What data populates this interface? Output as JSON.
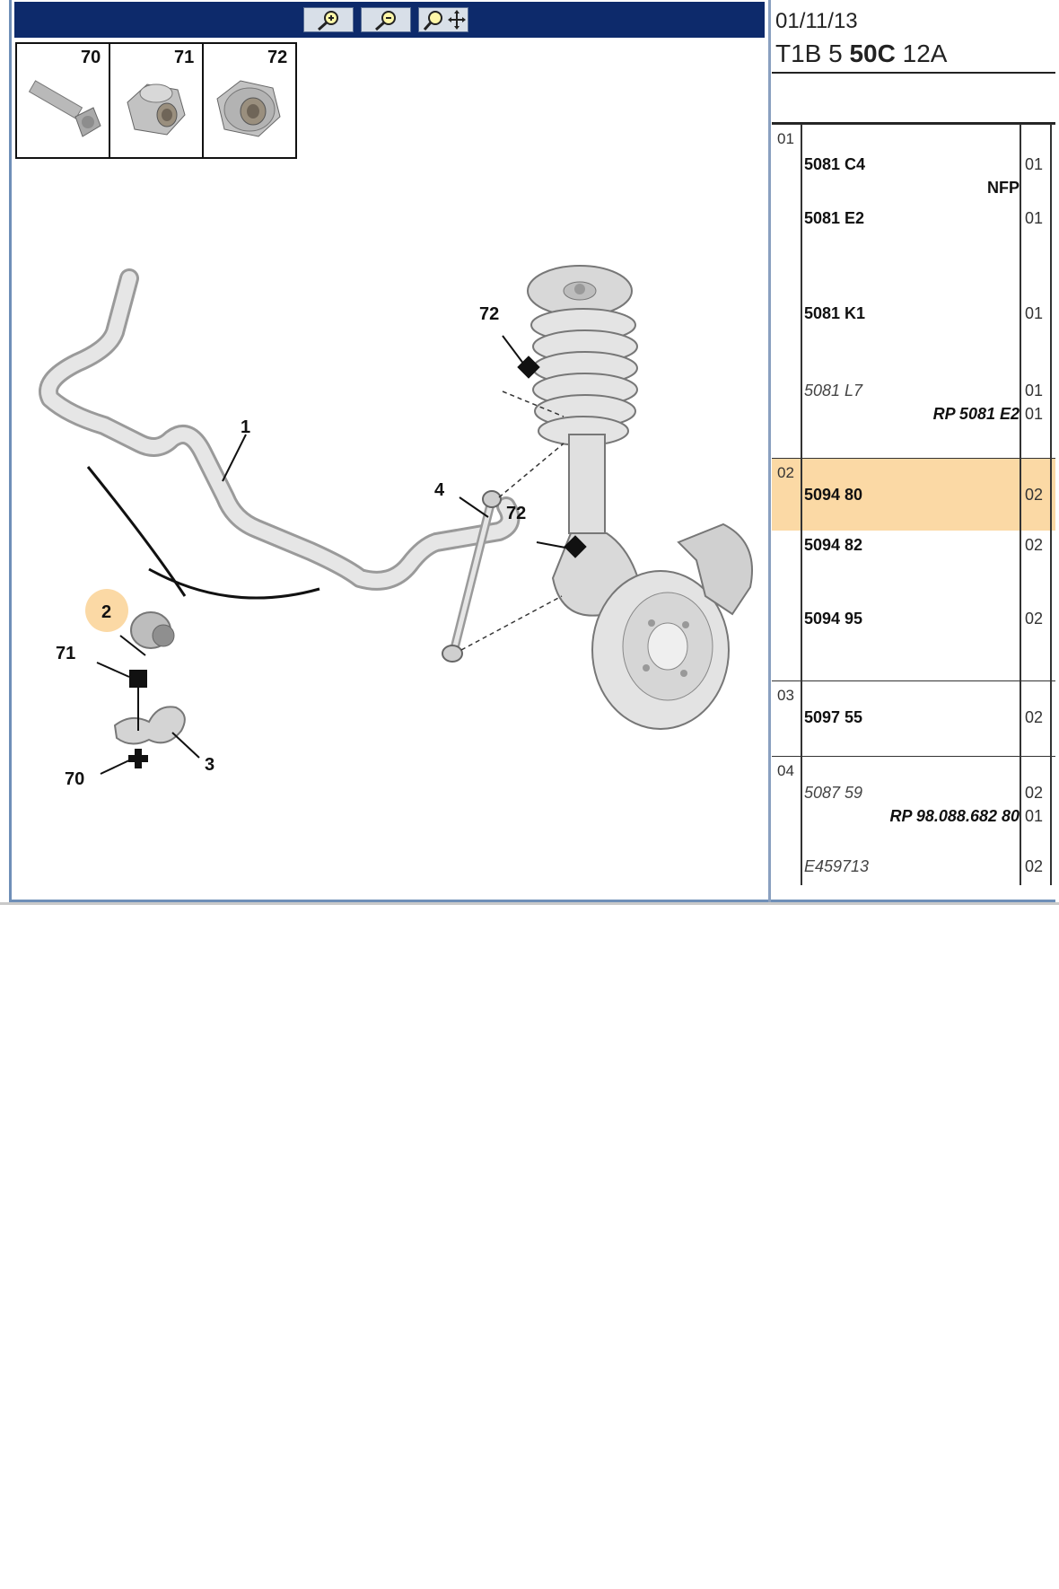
{
  "toolbar": {
    "buttons": [
      {
        "name": "zoom-in",
        "icon": "zoom-in-icon"
      },
      {
        "name": "zoom-out",
        "icon": "zoom-out-icon"
      },
      {
        "name": "pan",
        "icon": "zoom-pan-icon"
      }
    ],
    "color": "#0d2a6b"
  },
  "header": {
    "date": "01/11/13",
    "code_prefix": "T1B 5",
    "code_bold": "50C",
    "code_suffix": "12A"
  },
  "thumbnails": [
    {
      "label": "70"
    },
    {
      "label": "71"
    },
    {
      "label": "72"
    }
  ],
  "diagram": {
    "labels": {
      "bar": "1",
      "bushing": "2",
      "clamp": "3",
      "link": "4",
      "nut_top": "72",
      "nut_mid": "72",
      "nut_71": "71",
      "bolt_70": "70"
    },
    "highlight_color": "#fbd9a5"
  },
  "parts": {
    "groups": [
      {
        "number": "01",
        "rows": [
          {
            "ref": "5081 C4",
            "qty": "01",
            "note": "NFP",
            "italic": false
          },
          {
            "ref": "5081 E2",
            "qty": "01",
            "note": "",
            "italic": false
          },
          {
            "ref": "5081 K1",
            "qty": "01",
            "note": "",
            "italic": false
          },
          {
            "ref": "5081 L7",
            "qty": "01",
            "note": "",
            "italic": true
          },
          {
            "ref": "",
            "qty": "01",
            "note": "RP 5081 E2",
            "italic": true
          }
        ]
      },
      {
        "number": "02",
        "highlighted": true,
        "rows": [
          {
            "ref": "5094 80",
            "qty": "02",
            "italic": false
          },
          {
            "ref": "5094 82",
            "qty": "02",
            "italic": false
          },
          {
            "ref": "5094 95",
            "qty": "02",
            "italic": false
          }
        ]
      },
      {
        "number": "03",
        "rows": [
          {
            "ref": "5097 55",
            "qty": "02",
            "italic": false
          }
        ]
      },
      {
        "number": "04",
        "rows": [
          {
            "ref": "5087 59",
            "qty": "02",
            "italic": true
          },
          {
            "ref": "",
            "qty": "01",
            "note": "RP 98.088.682 80",
            "italic": true
          },
          {
            "ref": "E459713",
            "qty": "02",
            "italic": true
          }
        ]
      }
    ]
  }
}
